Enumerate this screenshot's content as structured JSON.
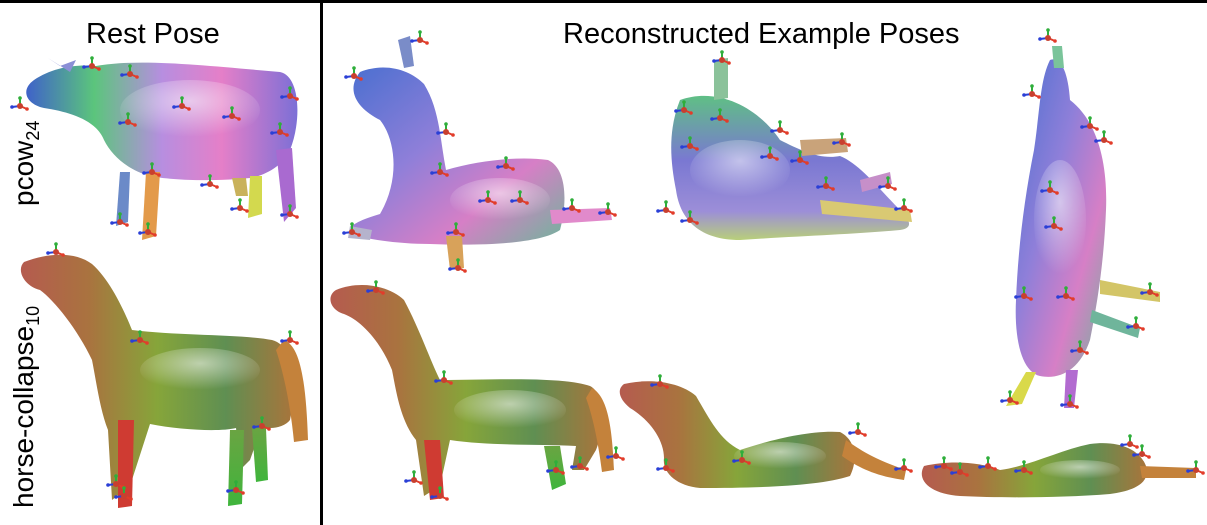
{
  "header": {
    "rest_pose_title": "Rest Pose",
    "reconstructed_title": "Reconstructed Example Poses"
  },
  "rows": {
    "cow": {
      "label": "pcow",
      "subscript": "24"
    },
    "horse": {
      "label": "horse-collapse",
      "subscript": "10"
    }
  },
  "colors": {
    "rule": "#000000",
    "background": "#ffffff",
    "cow_blue": "#4a6fd0",
    "cow_pink": "#e07fc6",
    "cow_green": "#58c97a",
    "horse_red": "#b45a52",
    "horse_olive": "#8fa63c",
    "horse_green": "#49b24a",
    "axis_x": "#e23c2a",
    "axis_y": "#2fae3b",
    "axis_z": "#2a3fd6"
  }
}
